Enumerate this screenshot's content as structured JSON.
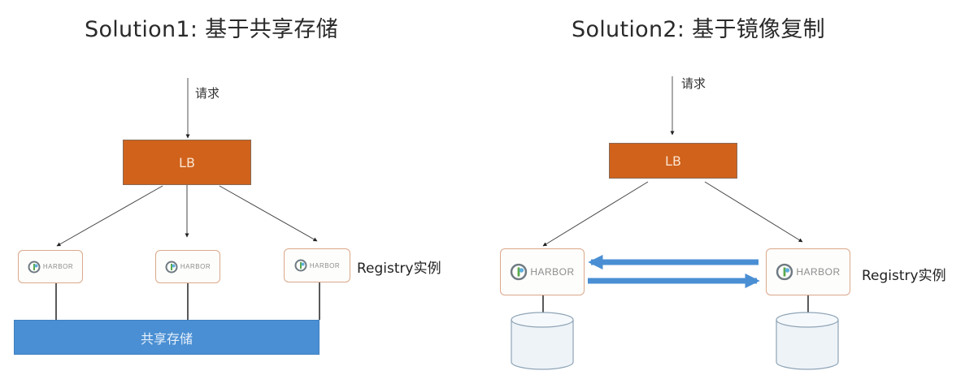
{
  "solution1": {
    "title": "Solution1: 基于共享存储",
    "request_label": "请求",
    "lb_label": "LB",
    "instances": [
      {
        "logo_text": "HARBOR"
      },
      {
        "logo_text": "HARBOR"
      },
      {
        "logo_text": "HARBOR"
      }
    ],
    "instance_caption": "Registry实例",
    "storage_label": "共享存储"
  },
  "solution2": {
    "title": "Solution2: 基于镜像复制",
    "request_label": "请求",
    "lb_label": "LB",
    "instances": [
      {
        "logo_text": "HARBOR"
      },
      {
        "logo_text": "HARBOR"
      }
    ],
    "instance_caption": "Registry实例",
    "replication": "bidirectional"
  },
  "colors": {
    "lb_fill": "#d0621b",
    "storage_fill": "#4a8fd3",
    "harbor_border": "#dba88a",
    "replication_arrow": "#4a8fd3",
    "disk_fill": "#eef3f8"
  }
}
